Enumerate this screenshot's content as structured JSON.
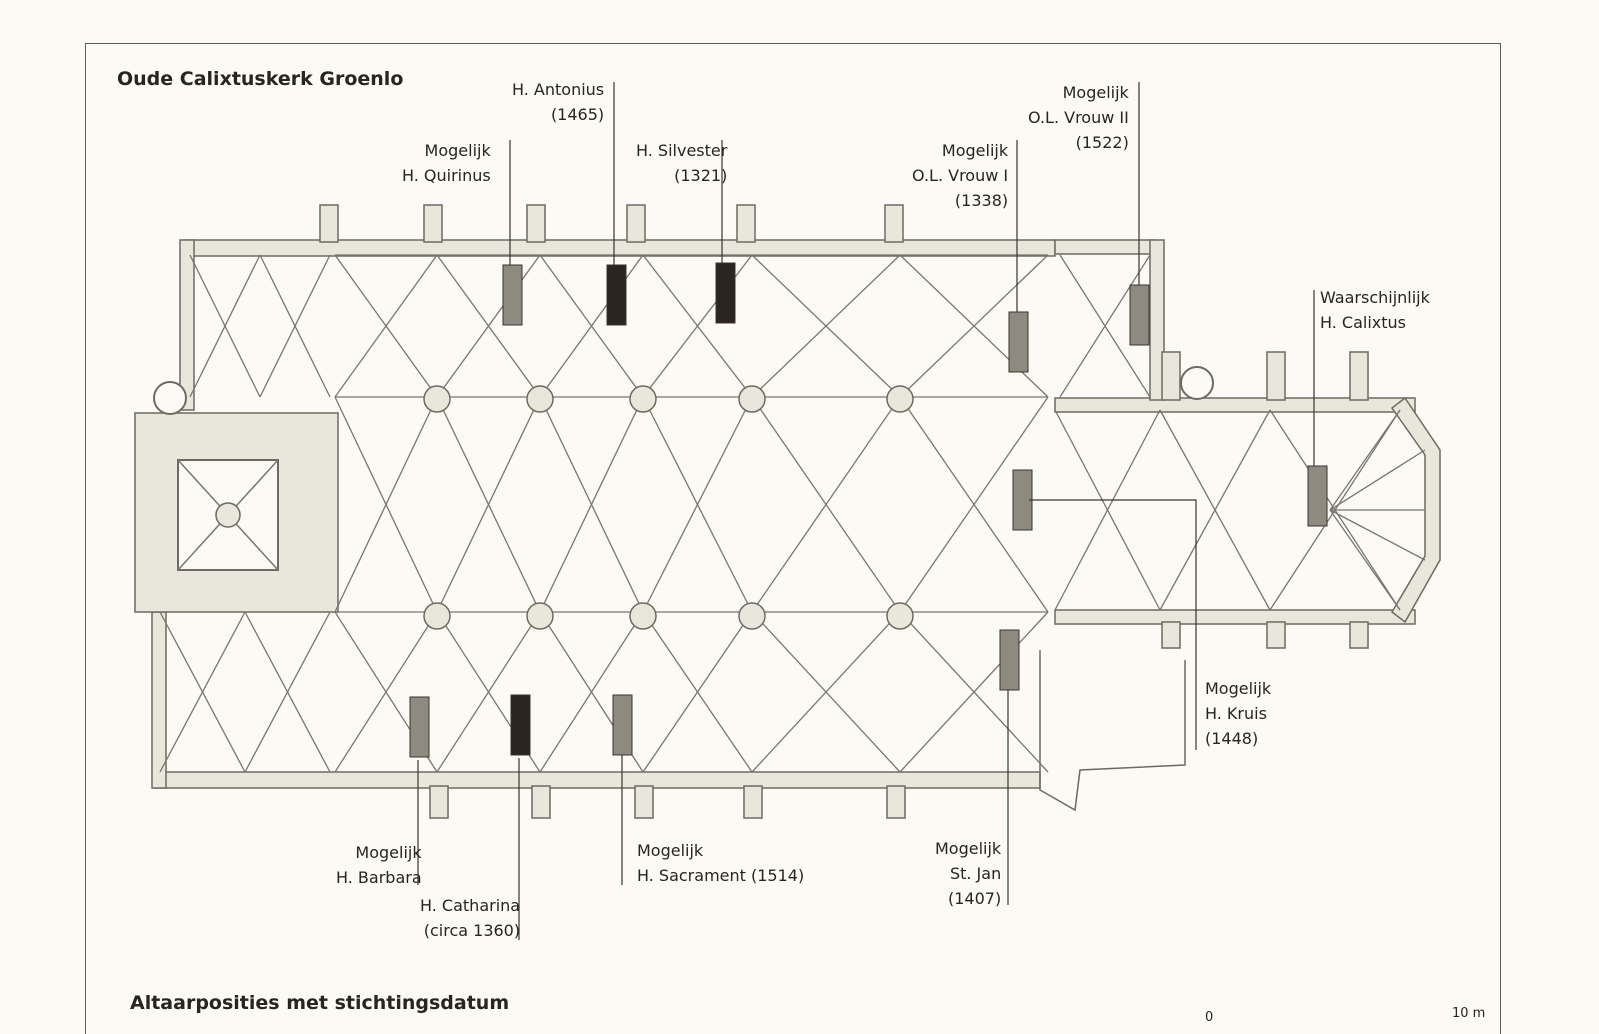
{
  "title": "Oude Calixtuskerk Groenlo",
  "subtitle": "Altaarposities met stichtingsdatum",
  "scale": {
    "start": "0",
    "end": "10 m"
  },
  "colors": {
    "wall": "#e9e6dc",
    "wall_stroke": "#6e6a62",
    "rib": "#7a766e",
    "altar_dark": "#2b2521",
    "altar_grey": "#8f8a80",
    "leader": "#3a3430"
  },
  "labels": {
    "quirinus": {
      "line1": "Mogelijk",
      "line2": "H. Quirinus"
    },
    "antonius": {
      "line1": "H. Antonius",
      "line2": "(1465)"
    },
    "silvester": {
      "line1": "H. Silvester",
      "line2": "(1321)"
    },
    "vrouw1": {
      "line1": "Mogelijk",
      "line2": "O.L. Vrouw I",
      "line3": "(1338)"
    },
    "vrouw2": {
      "line1": "Mogelijk",
      "line2": "O.L. Vrouw II",
      "line3": "(1522)"
    },
    "calixtus": {
      "line1": "Waarschijnlijk",
      "line2": "H. Calixtus"
    },
    "kruis": {
      "line1": "Mogelijk",
      "line2": "H. Kruis",
      "line3": "(1448)"
    },
    "barbara": {
      "line1": "Mogelijk",
      "line2": "H. Barbara"
    },
    "catharina": {
      "line1": "H. Catharina",
      "line2": "(circa 1360)"
    },
    "sacrament": {
      "line1": "Mogelijk",
      "line2": "H. Sacrament (1514)"
    },
    "jan": {
      "line1": "Mogelijk",
      "line2": "St. Jan",
      "line3": "(1407)"
    }
  },
  "altars": [
    {
      "id": "quirinus",
      "shade": "grey"
    },
    {
      "id": "antonius",
      "shade": "dark"
    },
    {
      "id": "silvester",
      "shade": "dark"
    },
    {
      "id": "vrouw1",
      "shade": "grey"
    },
    {
      "id": "vrouw2",
      "shade": "grey"
    },
    {
      "id": "kruis",
      "shade": "grey"
    },
    {
      "id": "calixtus",
      "shade": "grey"
    },
    {
      "id": "barbara",
      "shade": "grey"
    },
    {
      "id": "catharina",
      "shade": "dark"
    },
    {
      "id": "sacrament",
      "shade": "grey"
    },
    {
      "id": "jan",
      "shade": "grey"
    }
  ]
}
